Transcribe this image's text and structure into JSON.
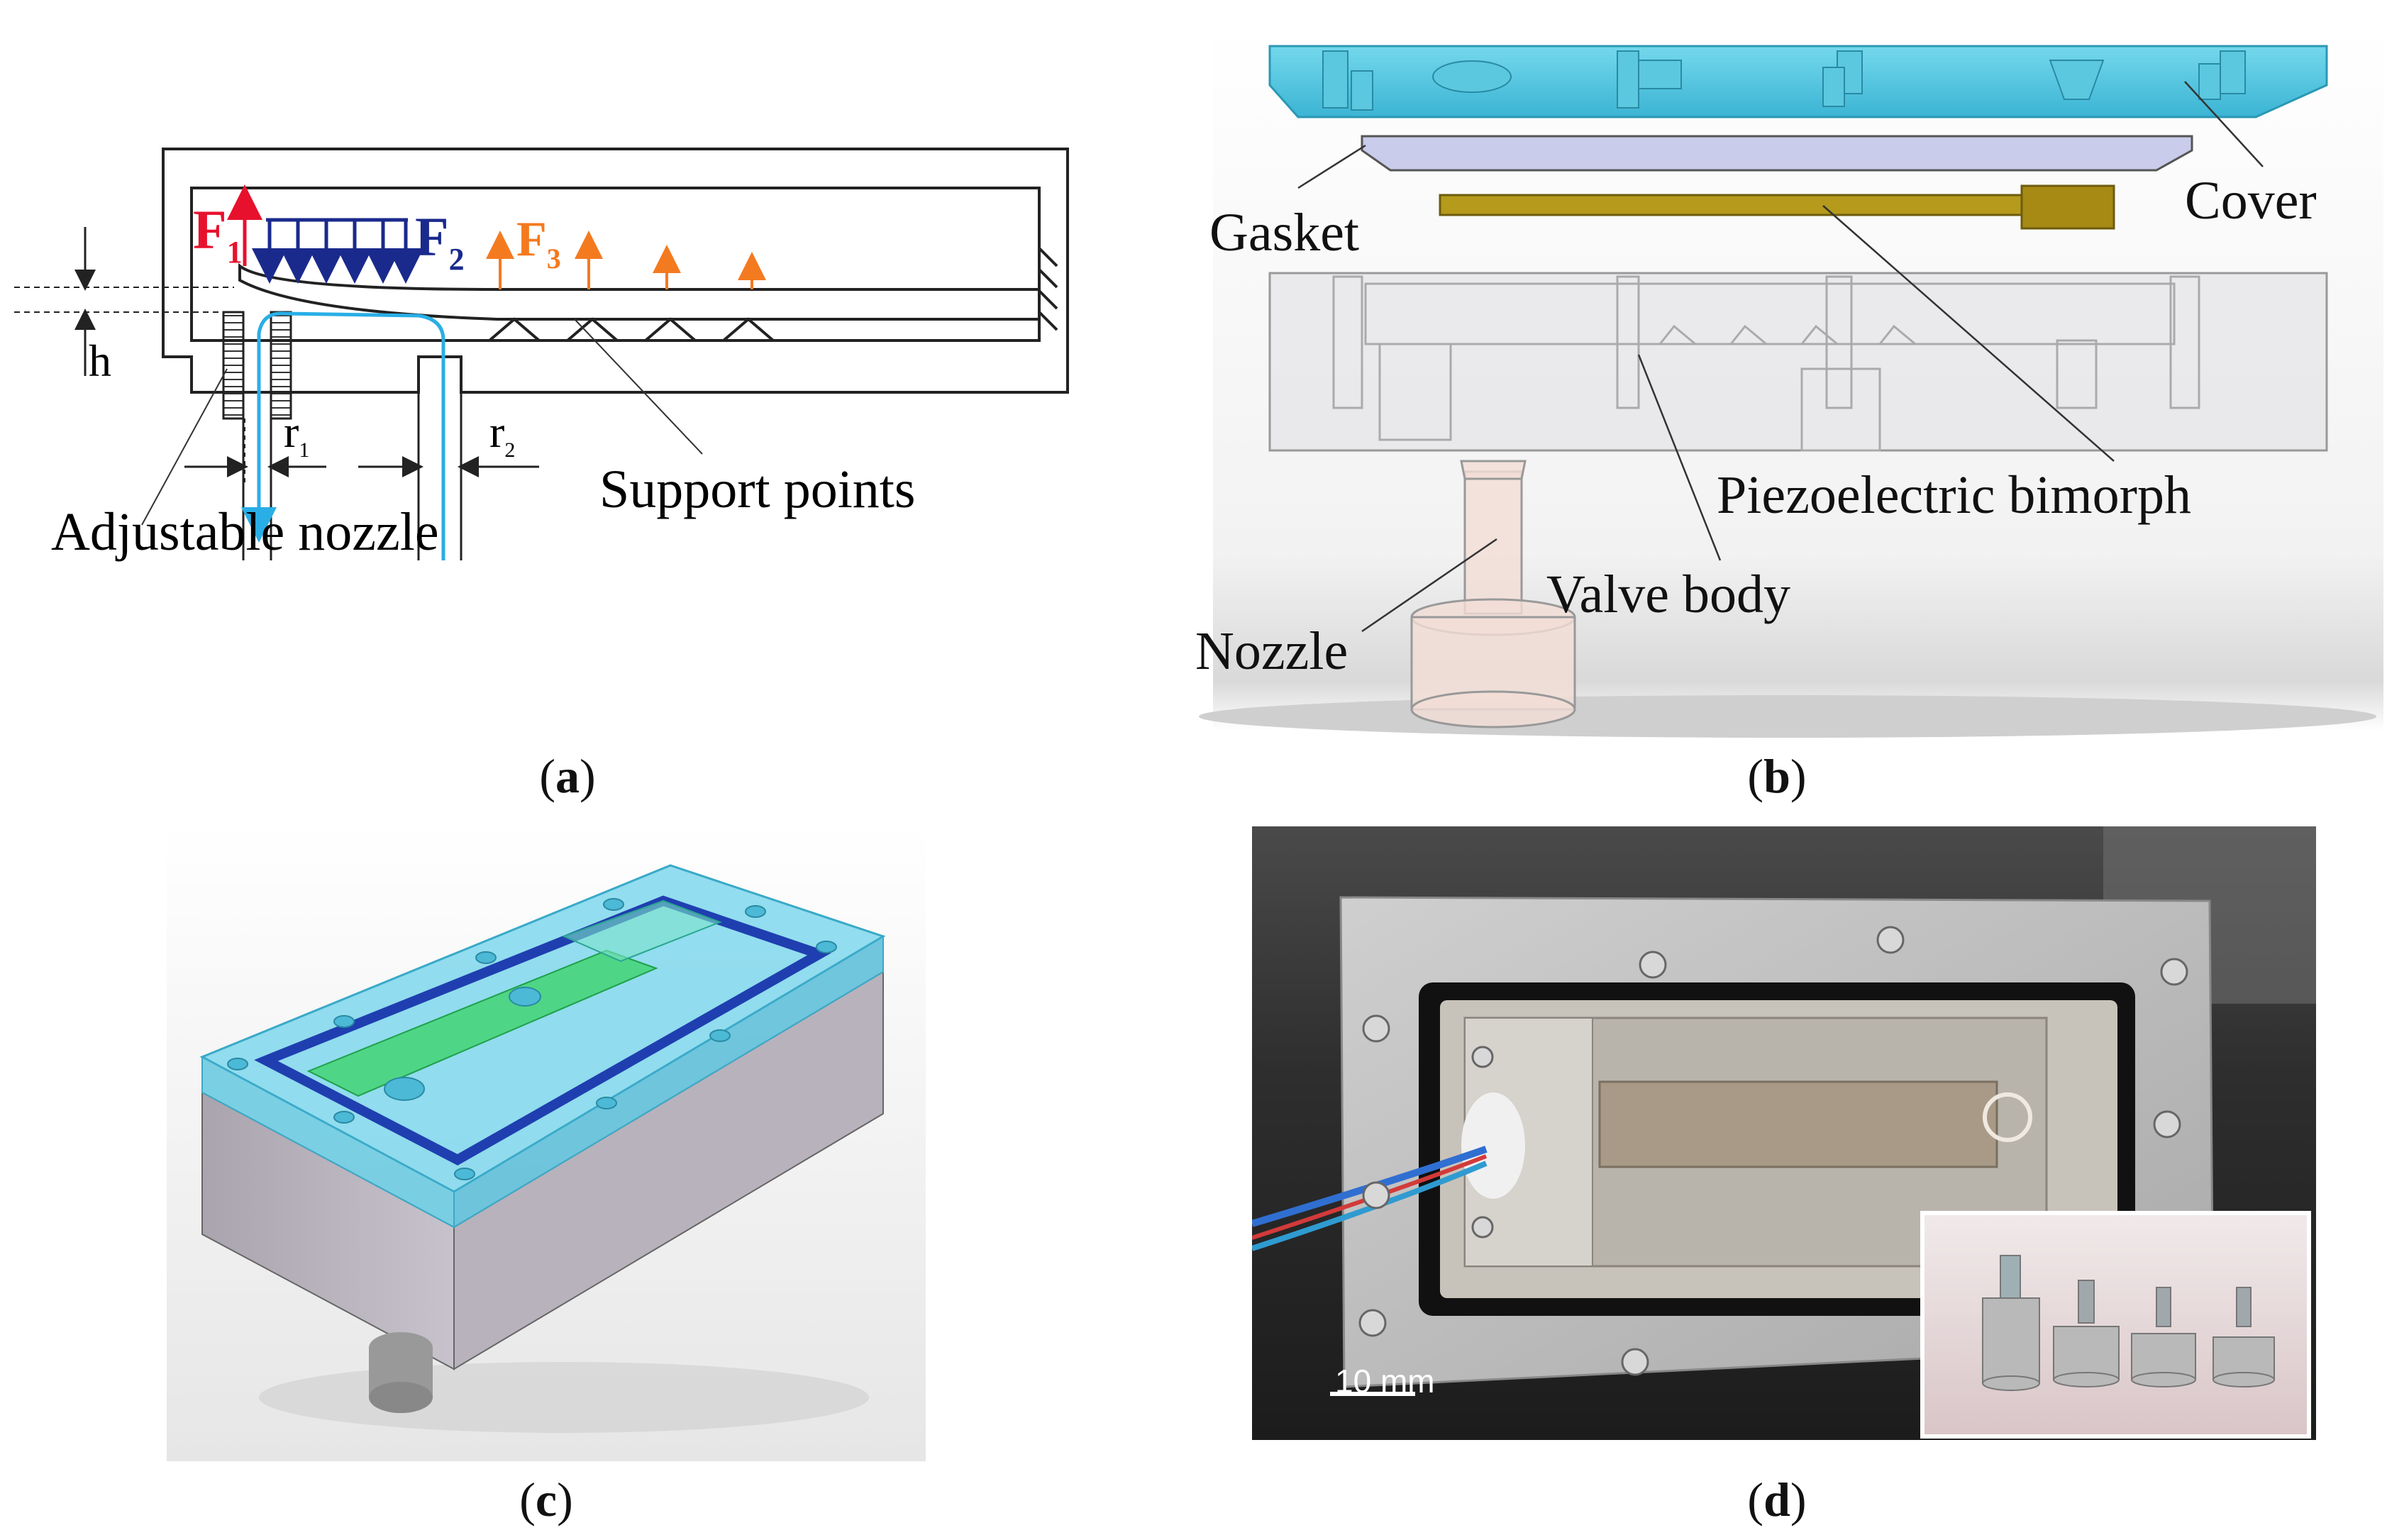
{
  "captions": {
    "a": {
      "open": "(",
      "letter": "a",
      "close": ")"
    },
    "b": {
      "open": "(",
      "letter": "b",
      "close": ")"
    },
    "c": {
      "open": "(",
      "letter": "c",
      "close": ")"
    },
    "d": {
      "open": "(",
      "letter": "d",
      "close": ")"
    }
  },
  "panel_a": {
    "h_label": "h",
    "f1": {
      "main": "F",
      "sub": "1"
    },
    "f2": {
      "main": "F",
      "sub": "2"
    },
    "f3": {
      "main": "F",
      "sub": "3"
    },
    "r1": {
      "main": "r",
      "sub": "1"
    },
    "r2": {
      "main": "r",
      "sub": "2"
    },
    "support_points": "Support points",
    "adjustable_nozzle": "Adjustable nozzle",
    "colors": {
      "f1": "#e8112d",
      "f2": "#1a2a8c",
      "f3": "#f47a20",
      "flow": "#29aee6"
    }
  },
  "panel_b": {
    "gasket": "Gasket",
    "cover": "Cover",
    "piezo": "Piezoelectric bimorph",
    "valve_body": "Valve body",
    "nozzle": "Nozzle",
    "colors": {
      "cover": "#4cc6e0",
      "gasket": "#c9ccea",
      "bimorph": "#b59a1c"
    }
  },
  "panel_d": {
    "scale_bar": "10 mm"
  }
}
